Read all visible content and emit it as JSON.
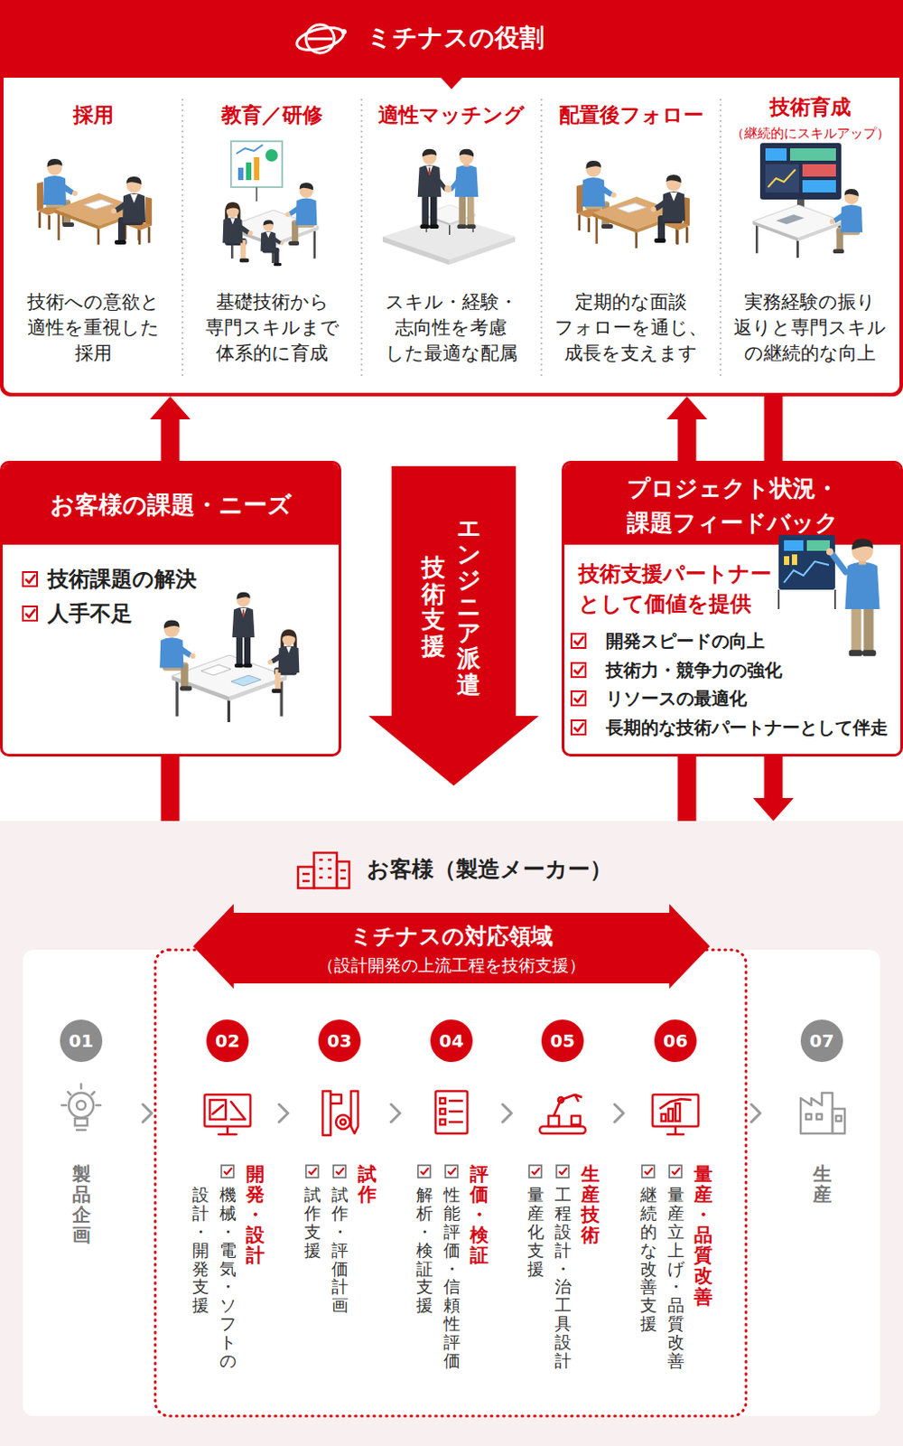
{
  "diagram": {
    "nodes": [
      {
        "text": [
          "ミチナスの役割"
        ]
      },
      {
        "text": [
          "採用",
          "技術への意欲と 適性を重視した 採用"
        ],
        "in": 0
      },
      {
        "text": [
          "教育／研修",
          "基礎技術から 専門スキルまで 体系的に育成"
        ],
        "in": 0
      },
      {
        "text": [
          "適性マッチング",
          "スキル・経験・ 志向性を考慮 した最適な配属"
        ],
        "in": 0
      },
      {
        "text": [
          "配置後フォロー",
          "定期的な面談 フォローを通じ、 成長を支えます"
        ],
        "in": 0
      },
      {
        "text": [
          "技術育成",
          "（継続的にスキルアップ）",
          "実務経験の振り 返りと専門スキル の継続的な向上"
        ],
        "in": 0
      },
      {
        "text": [
          "お客様の課題・ニーズ",
          "技術課題の解決",
          "人手不足"
        ]
      },
      {
        "text": [
          "エンジニア派遣",
          "技術支援"
        ]
      },
      {
        "text": [
          "プロジェクト状況・ 課題フィードバック",
          "技術支援パートナー として価値を提供",
          "開発スピードの向上",
          "技術力・競争力の強化",
          "リソースの最適化",
          "長期的な技術パートナーとして伴走"
        ]
      },
      {
        "text": [
          "お客様（製造メーカー）"
        ]
      },
      {
        "text": [
          "ミチナスの対応領域",
          "（設計開発の上流工程を技術支援）"
        ],
        "in": 9
      },
      {
        "text": [
          "01",
          "製品企画"
        ],
        "in": 9
      },
      {
        "text": [
          "02",
          "開発・設計",
          "機械・電気・ソフトの 設計・開発支援"
        ],
        "in": 9
      },
      {
        "text": [
          "03",
          "試作",
          "試作・評価計画",
          "試作支援"
        ],
        "in": 9
      },
      {
        "text": [
          "04",
          "評価・検証",
          "性能評価・信頼性評価",
          "解析・検証支援"
        ],
        "in": 9
      },
      {
        "text": [
          "05",
          "生産技術",
          "工程設計・治工具設計",
          "量産化支援"
        ],
        "in": 9
      },
      {
        "text": [
          "06",
          "量産・品質改善",
          "量産立上げ・品質改善",
          "継続的な改善支援"
        ],
        "in": 9
      },
      {
        "text": [
          "07",
          "生産"
        ],
        "in": 9
      }
    ],
    "edges": [
      {
        "from": 9,
        "to": 6,
        "arrow": "none"
      },
      {
        "from": 6,
        "to": 0,
        "arrow": "to"
      },
      {
        "from": 9,
        "to": 8,
        "arrow": "none"
      },
      {
        "from": 8,
        "to": 0,
        "arrow": "to"
      },
      {
        "from": 0,
        "to": 8,
        "arrow": "none"
      },
      {
        "from": 8,
        "to": 9,
        "arrow": "to"
      },
      {
        "from": 11,
        "to": 12,
        "arrow": "to"
      },
      {
        "from": 12,
        "to": 13,
        "arrow": "to"
      },
      {
        "from": 13,
        "to": 14,
        "arrow": "to"
      },
      {
        "from": 14,
        "to": 15,
        "arrow": "to"
      },
      {
        "from": 15,
        "to": 16,
        "arrow": "to"
      },
      {
        "from": 16,
        "to": 17,
        "arrow": "to"
      }
    ]
  }
}
